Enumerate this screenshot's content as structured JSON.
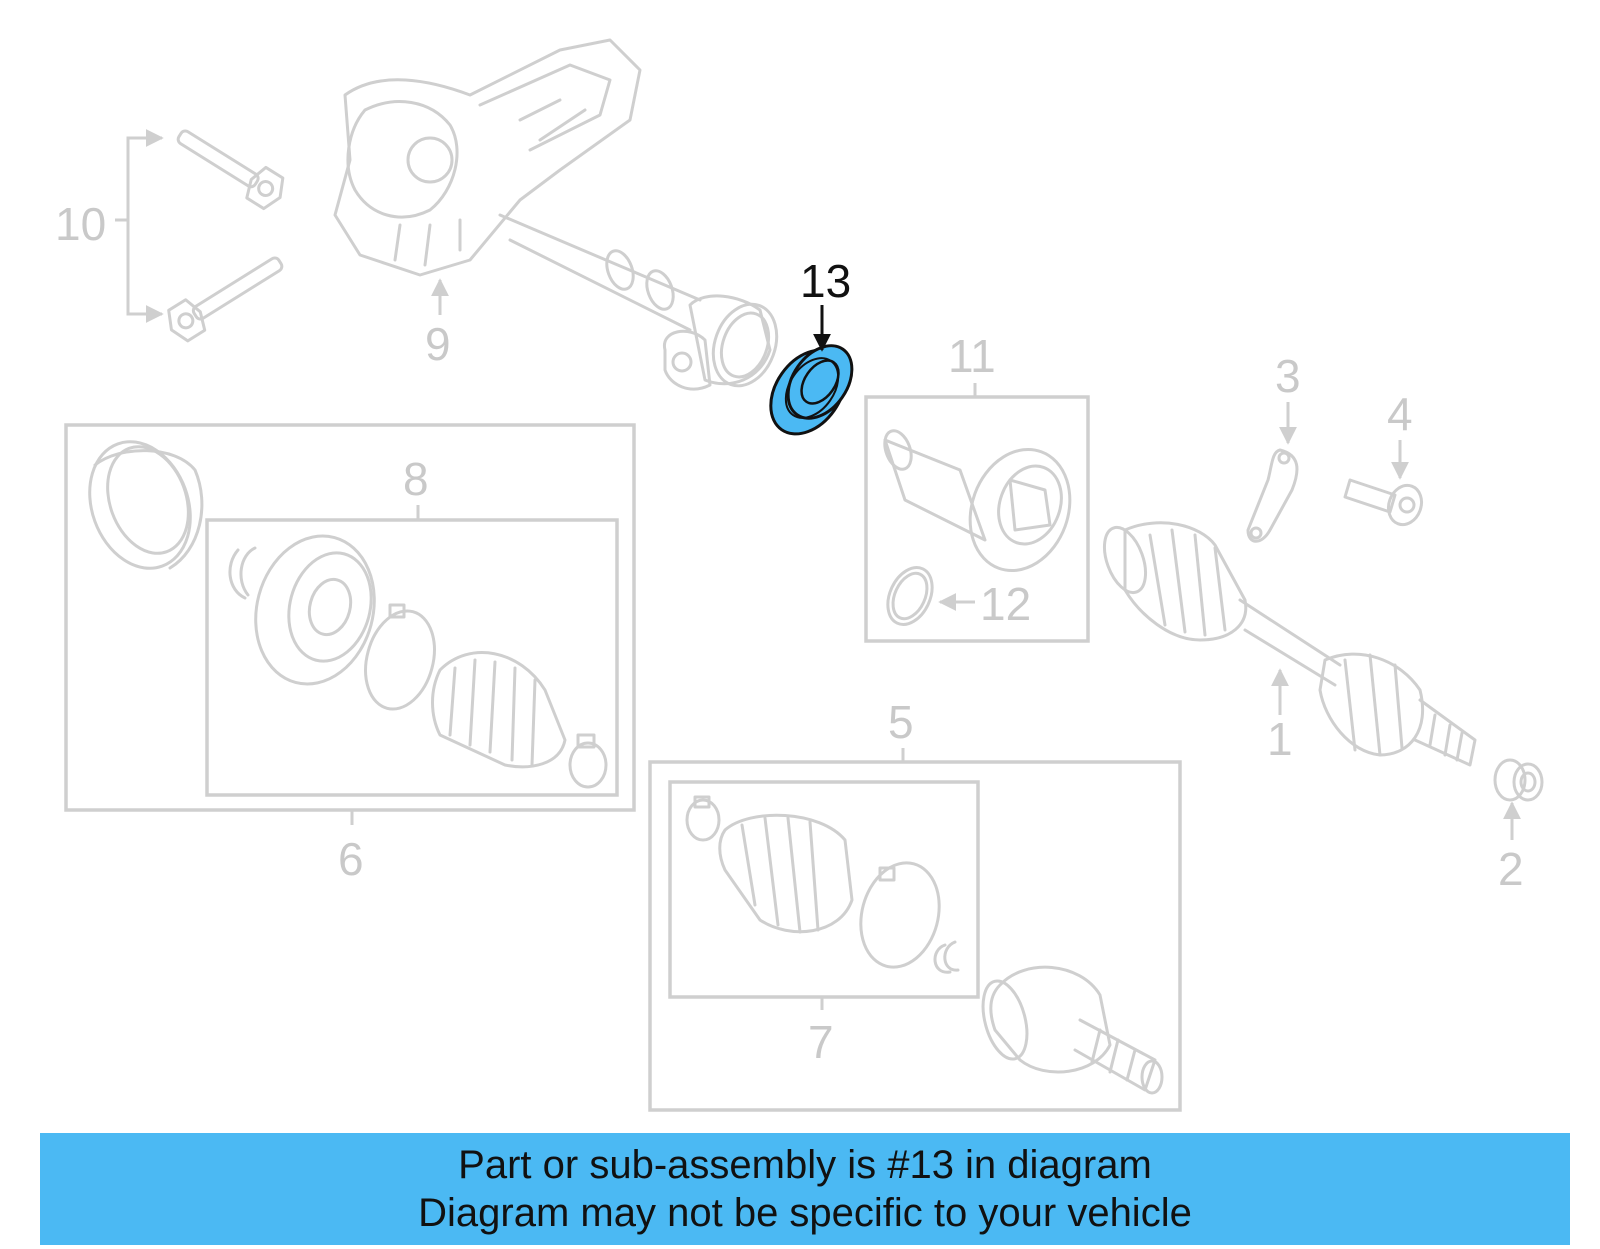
{
  "diagram": {
    "labels": {
      "p1": "1",
      "p2": "2",
      "p3": "3",
      "p4": "4",
      "p5": "5",
      "p6": "6",
      "p7": "7",
      "p8": "8",
      "p9": "9",
      "p10": "10",
      "p11": "11",
      "p12": "12",
      "p13": "13"
    },
    "highlighted_part": "13",
    "colors": {
      "highlight": "#4bb9f3",
      "linework": "#cfcfcf",
      "label_active": "#111111"
    }
  },
  "banner": {
    "line1": "Part or sub-assembly is #13 in diagram",
    "line2": "Diagram may not be specific to your vehicle"
  }
}
